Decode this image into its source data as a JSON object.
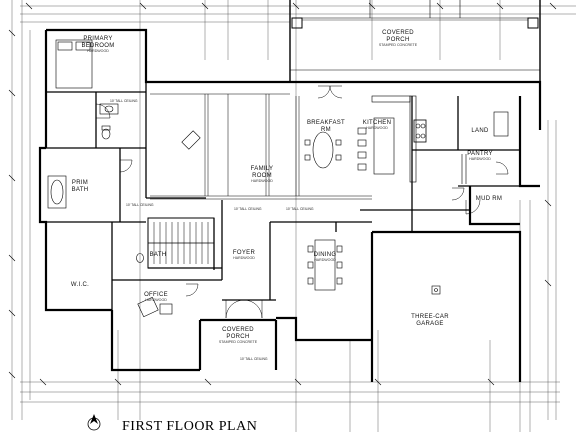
{
  "title": "FIRST FLOOR PLAN",
  "rooms": {
    "primary_bedroom": {
      "name": [
        "PRIMARY",
        "BEDROOM"
      ],
      "finish": "HARDWOOD"
    },
    "covered_porch_top": {
      "name": [
        "COVERED",
        "PORCH"
      ],
      "finish": "STAMPED CONCRETE"
    },
    "breakfast": {
      "name": [
        "BREAKFAST",
        "RM"
      ],
      "finish": "HARDWOOD"
    },
    "kitchen": {
      "name": [
        "KITCHEN"
      ],
      "finish": "HARDWOOD"
    },
    "family_room": {
      "name": [
        "FAMILY",
        "ROOM"
      ],
      "finish": "HARDWOOD"
    },
    "land": {
      "name": [
        "LAND"
      ]
    },
    "pantry": {
      "name": [
        "PANTRY"
      ],
      "finish": "HARDWOOD"
    },
    "mud_rm": {
      "name": [
        "MUD RM"
      ]
    },
    "prim_bath": {
      "name": [
        "PRIM",
        "BATH"
      ]
    },
    "wic": {
      "name": [
        "W.I.C."
      ]
    },
    "bath": {
      "name": [
        "BATH"
      ]
    },
    "foyer": {
      "name": [
        "FOYER"
      ],
      "finish": "HARDWOOD"
    },
    "dining": {
      "name": [
        "DINING"
      ],
      "finish": "HARDWOOD"
    },
    "office": {
      "name": [
        "OFFICE"
      ],
      "finish": "HARDWOOD"
    },
    "covered_porch_front": {
      "name": [
        "COVERED",
        "PORCH"
      ],
      "finish": "STAMPED CONCRETE"
    },
    "garage": {
      "name": [
        "THREE-CAR",
        "GARAGE"
      ]
    }
  },
  "notes": {
    "ceiling": "10' TALL CEILING"
  }
}
